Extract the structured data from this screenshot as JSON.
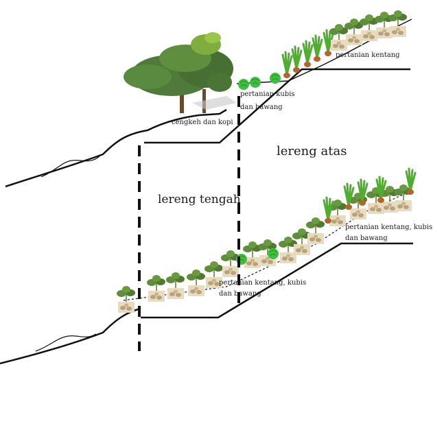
{
  "labels": {
    "cengkeh_kopi": "cengkeh dan kopi",
    "kubis_bawang_line1": "pertanian kubis",
    "kubis_bawang_line2": "dan bawang",
    "kentang_top": "pertanian kentang",
    "lereng_atas": "lereng atas",
    "lereng_tengah": "lereng tengah",
    "kentang_kubis_right_line1": "pertanian kentang, kubis",
    "kentang_kubis_right_line2": "dan bawang",
    "kentang_kubis_mid_line1": "pertanian kentang, kubis",
    "kentang_kubis_mid_line2": "dan bawang"
  },
  "colors": {
    "ground": "#111111",
    "tree_leaf": "#4f7a3a",
    "tree_leaf_light": "#7fae3f",
    "cabbage": "#3fbf3f",
    "onion": "#4fae2f",
    "soil": "#e8dcc0",
    "potato": "#b9a27a"
  },
  "icons": [
    "tree-icon",
    "cabbage-icon",
    "onion-icon",
    "potato-plant-icon"
  ]
}
